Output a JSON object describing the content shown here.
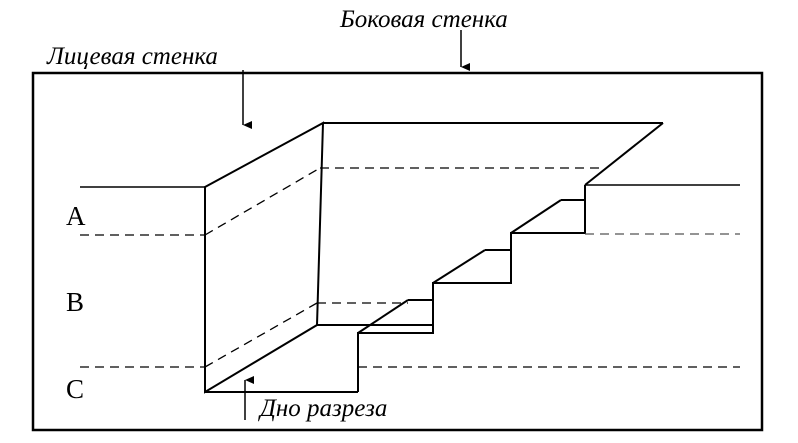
{
  "labels": {
    "side_wall": "Боковая стенка",
    "front_wall": "Лицевая стенка",
    "pit_bottom": "Дно разреза"
  },
  "layers": [
    "A",
    "B",
    "C"
  ]
}
